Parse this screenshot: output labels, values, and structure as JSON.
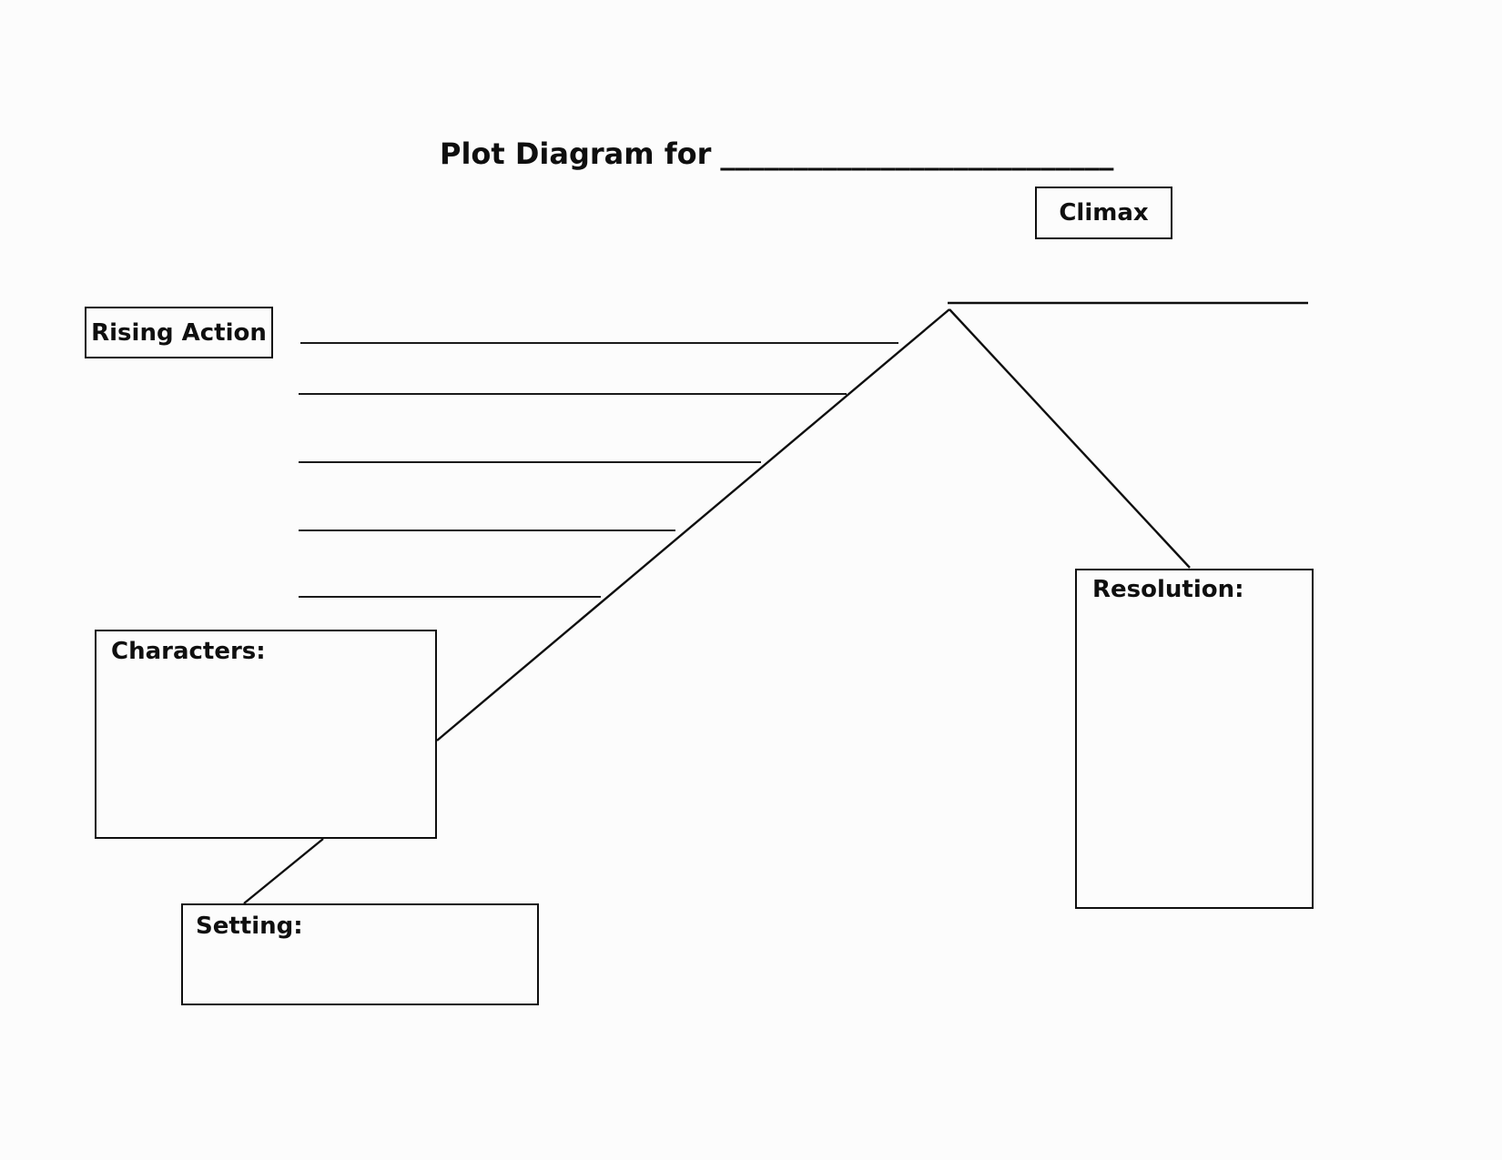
{
  "page": {
    "background": "#fcfcfc",
    "ink_color": "#0f0f0f"
  },
  "title": {
    "text": "Plot Diagram for",
    "blank": "___________________________"
  },
  "boxes": {
    "climax": {
      "label": "Climax"
    },
    "rising_action": {
      "label": "Rising Action"
    },
    "characters": {
      "label": "Characters:"
    },
    "setting": {
      "label": "Setting:"
    },
    "resolution": {
      "label": "Resolution:"
    }
  }
}
